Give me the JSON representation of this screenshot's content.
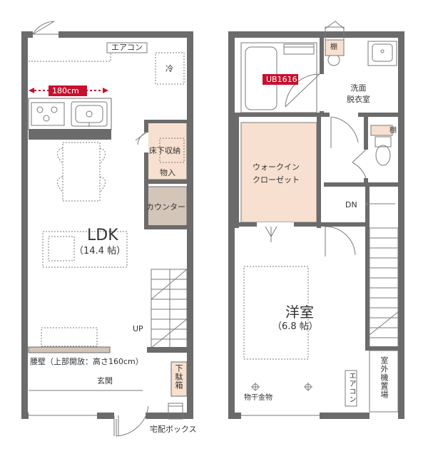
{
  "first_floor": {
    "ldk": {
      "name": "LDK",
      "size": "（14.4 帖）"
    },
    "kitchen_width": "180cm",
    "aircon": "エアコン",
    "fridge": "冷",
    "underfloor_storage": "床下収納",
    "storage": "物入",
    "counter": "カウンター",
    "stair_label": "UP",
    "waist_wall": "腰壁（上部開放：高さ160cm）",
    "entrance": "玄関",
    "shoe_box": "下駄箱",
    "delivery_box": "宅配ボックス"
  },
  "second_floor": {
    "bath": "UB1616",
    "shelf_1": "棚",
    "shelf_2": "棚",
    "washroom": "洗面\n脱衣室",
    "walk_in_closet": "ウォークイン\nクローゼット",
    "stair_label": "DN",
    "western_room": {
      "name": "洋室",
      "size": "（6.8 帖）"
    },
    "laundry": "物干金物",
    "aircon": "エアコン",
    "outdoor_unit": "室外機置場"
  },
  "colors": {
    "wall": "#6b6b6b",
    "storage_fill": "#f7e0cf",
    "counter_fill": "#d3c5b7",
    "accent_red": "#c8102e"
  }
}
